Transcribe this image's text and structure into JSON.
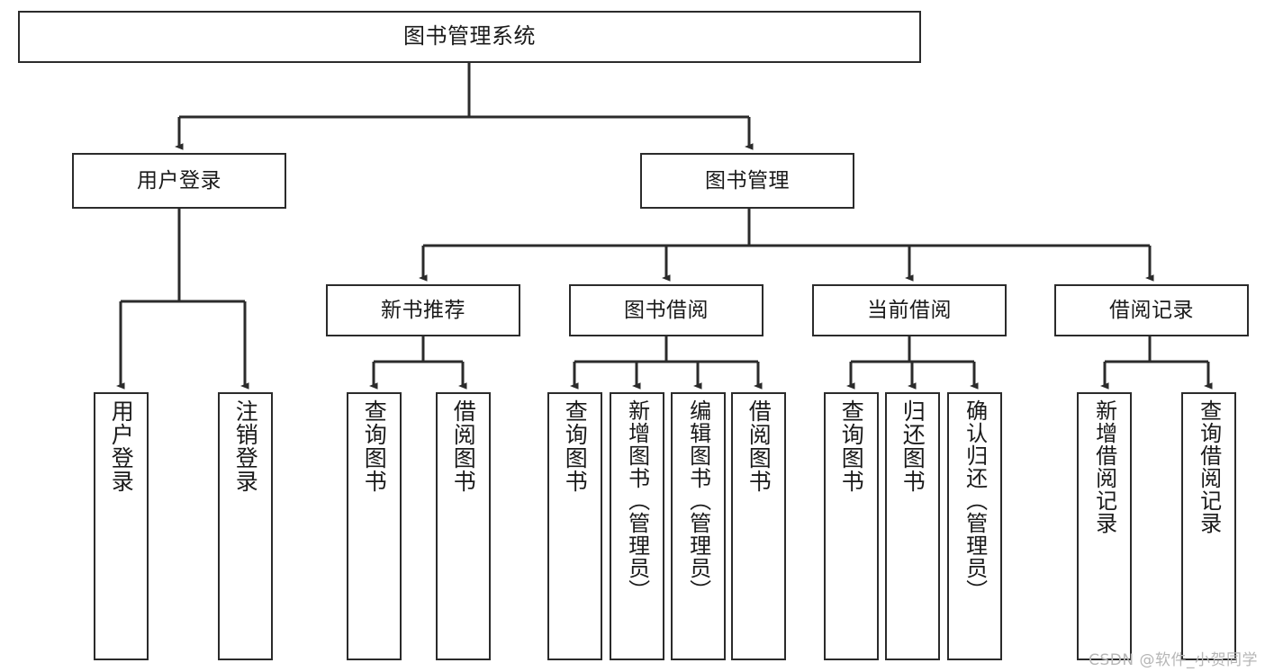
{
  "diagram": {
    "title": "图书管理系统",
    "type": "hierarchy-tree",
    "stroke_color": "#2b2b2b",
    "fill_color": "#ffffff",
    "text_color": "#1a1a1a",
    "root": {
      "label": "图书管理系统"
    },
    "level2": [
      {
        "id": "user-login",
        "label": "用户登录"
      },
      {
        "id": "book-manage",
        "label": "图书管理"
      }
    ],
    "level3": [
      {
        "id": "new-book-rec",
        "label": "新书推荐",
        "parent": "book-manage"
      },
      {
        "id": "book-borrow",
        "label": "图书借阅",
        "parent": "book-manage"
      },
      {
        "id": "current-borrow",
        "label": "当前借阅",
        "parent": "book-manage"
      },
      {
        "id": "borrow-record",
        "label": "借阅记录",
        "parent": "book-manage"
      }
    ],
    "leaves": [
      {
        "id": "leaf-user-login",
        "label": "用户登录",
        "parent": "user-login"
      },
      {
        "id": "leaf-logout",
        "label": "注销登录",
        "parent": "user-login"
      },
      {
        "id": "leaf-query-book-1",
        "label": "查询图书",
        "parent": "new-book-rec"
      },
      {
        "id": "leaf-borrow-book-1",
        "label": "借阅图书",
        "parent": "new-book-rec"
      },
      {
        "id": "leaf-query-book-2",
        "label": "查询图书",
        "parent": "book-borrow"
      },
      {
        "id": "leaf-add-book",
        "label": "新增图书（管理员）",
        "parent": "book-borrow"
      },
      {
        "id": "leaf-edit-book",
        "label": "编辑图书（管理员）",
        "parent": "book-borrow"
      },
      {
        "id": "leaf-borrow-book-2",
        "label": "借阅图书",
        "parent": "book-borrow"
      },
      {
        "id": "leaf-query-book-3",
        "label": "查询图书",
        "parent": "current-borrow"
      },
      {
        "id": "leaf-return-book",
        "label": "归还图书",
        "parent": "current-borrow"
      },
      {
        "id": "leaf-confirm-return",
        "label": "确认归还（管理员）",
        "parent": "current-borrow"
      },
      {
        "id": "leaf-add-record",
        "label": "新增借阅记录",
        "parent": "borrow-record"
      },
      {
        "id": "leaf-query-record",
        "label": "查询借阅记录",
        "parent": "borrow-record"
      }
    ]
  },
  "watermark": {
    "text": "CSDN @软件_小贺同学"
  }
}
